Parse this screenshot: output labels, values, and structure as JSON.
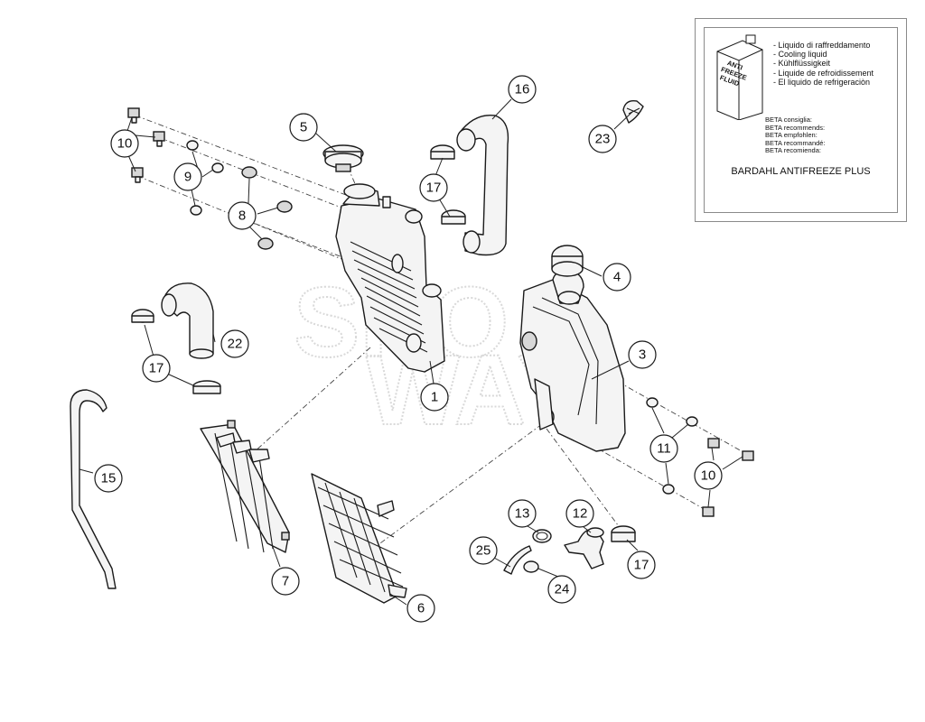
{
  "callouts": [
    {
      "id": "c1",
      "label": "1"
    },
    {
      "id": "c3",
      "label": "3"
    },
    {
      "id": "c4",
      "label": "4"
    },
    {
      "id": "c5",
      "label": "5"
    },
    {
      "id": "c6",
      "label": "6"
    },
    {
      "id": "c7",
      "label": "7"
    },
    {
      "id": "c8",
      "label": "8"
    },
    {
      "id": "c9",
      "label": "9"
    },
    {
      "id": "c10a",
      "label": "10"
    },
    {
      "id": "c10b",
      "label": "10"
    },
    {
      "id": "c11",
      "label": "11"
    },
    {
      "id": "c12",
      "label": "12"
    },
    {
      "id": "c13",
      "label": "13"
    },
    {
      "id": "c15",
      "label": "15"
    },
    {
      "id": "c16",
      "label": "16"
    },
    {
      "id": "c17a",
      "label": "17"
    },
    {
      "id": "c17b",
      "label": "17"
    },
    {
      "id": "c17c",
      "label": "17"
    },
    {
      "id": "c22",
      "label": "22"
    },
    {
      "id": "c23",
      "label": "23"
    },
    {
      "id": "c24",
      "label": "24"
    },
    {
      "id": "c25",
      "label": "25"
    }
  ],
  "info_box": {
    "jug_label_lines": [
      "ANTI",
      "FREEZE",
      "FLUID"
    ],
    "languages": [
      "- Liquido di raffreddamento",
      "- Cooling liquid",
      "- Kühlflüssigkeit",
      "- Liquide de refroidissement",
      "- El liquido de refrigeraciòn"
    ],
    "recommends": [
      "BETA consiglia:",
      "BETA recommends:",
      "BETA empfohlen:",
      "BETA recommandé:",
      "BETA recomienda:"
    ],
    "product": "BARDAHL ANTIFREEZE PLUS"
  },
  "colors": {
    "line": "#1a1a1a",
    "frame": "#8a8a8a",
    "watermark": "#d9d9d9"
  }
}
